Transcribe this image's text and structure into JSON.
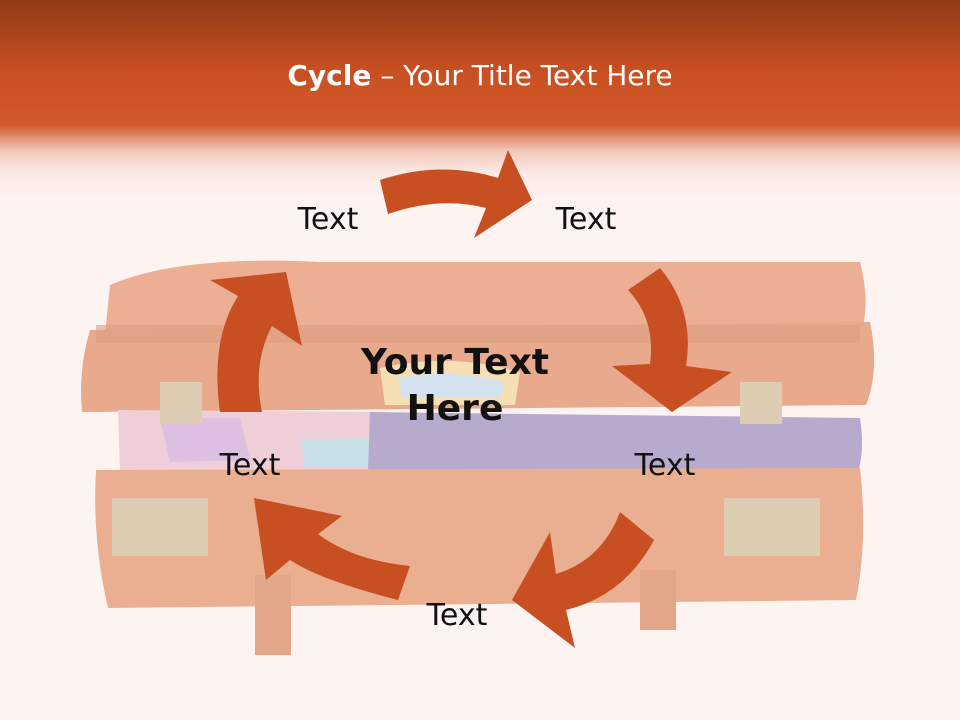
{
  "title": {
    "bold": "Cycle",
    "rest": " – Your Title Text Here"
  },
  "center_text": "Your Text Here",
  "cycle_nodes": [
    "Text",
    "Text",
    "Text",
    "Text",
    "Text"
  ],
  "colors": {
    "accent": "#c84f21",
    "arrow": "#c84f21",
    "background": "#fdf3f1"
  }
}
